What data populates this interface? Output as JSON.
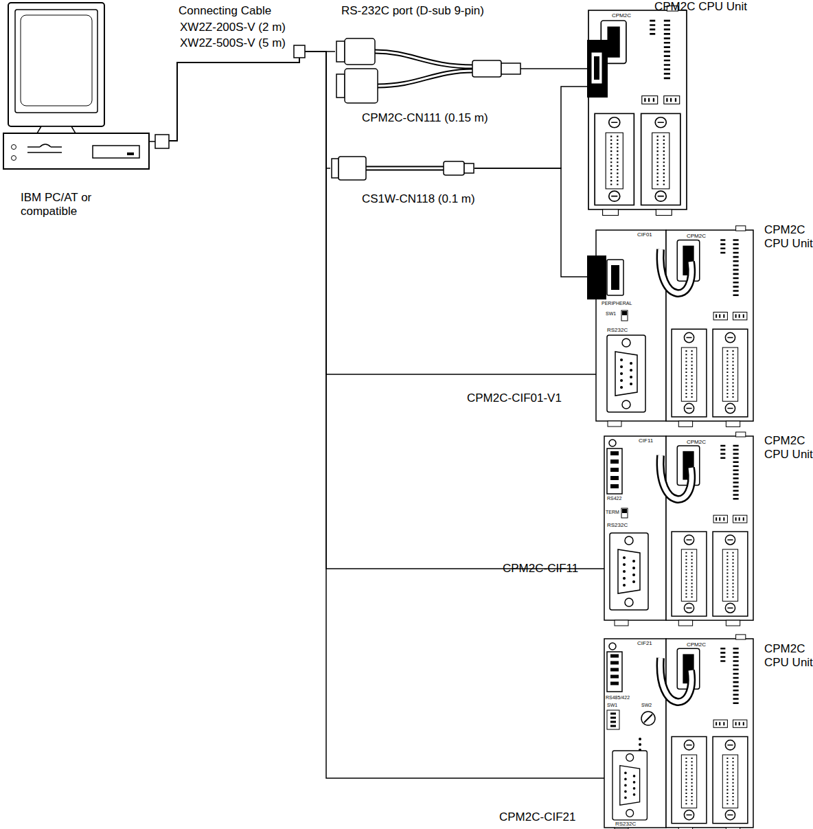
{
  "diagram": {
    "nodes": [
      {
        "text": [
          "IBM PC/AT or compatible"
        ]
      },
      {
        "text": [
          "RS-232C port (D-sub 9-pin)",
          "CPM2C-CN111 (0.15 m)"
        ]
      },
      {
        "text": [
          "CS1W-CN118 (0.1 m)"
        ]
      },
      {
        "text": [
          "CPM2C CPU Unit"
        ]
      },
      {
        "text": [
          "CPM2C-CIF01-V1"
        ]
      },
      {
        "text": [
          "CPM2C CPU Unit"
        ]
      },
      {
        "text": [
          "CPM2C-CIF11"
        ]
      },
      {
        "text": [
          "CPM2C CPU Unit"
        ]
      },
      {
        "text": [
          "CPM2C-CIF21"
        ]
      },
      {
        "text": [
          "CPM2C CPU Unit"
        ]
      }
    ],
    "edges": [
      {
        "from": 0,
        "to": 1,
        "arrow": "none"
      },
      {
        "from": 0,
        "to": 2,
        "arrow": "none"
      },
      {
        "from": 0,
        "to": 4,
        "arrow": "none"
      },
      {
        "from": 0,
        "to": 6,
        "arrow": "none"
      },
      {
        "from": 0,
        "to": 8,
        "arrow": "none"
      },
      {
        "from": 1,
        "to": 3,
        "arrow": "none"
      },
      {
        "from": 2,
        "to": 3,
        "arrow": "none"
      },
      {
        "from": 2,
        "to": 4,
        "arrow": "none"
      }
    ],
    "labels": [
      "Connecting Cable",
      "XW2Z-200S-V (2 m)",
      "XW2Z-500S-V (5 m)",
      "CIF01",
      "PERIPHERAL",
      "SW1",
      "RS232C",
      "CIF11",
      "RS422",
      "TERM",
      "RS232C",
      "CIF21",
      "RS485/422",
      "SW1",
      "SW2",
      "RS232C",
      "CPM2C",
      "CPM2C",
      "CPM2C",
      "CPM2C"
    ]
  }
}
